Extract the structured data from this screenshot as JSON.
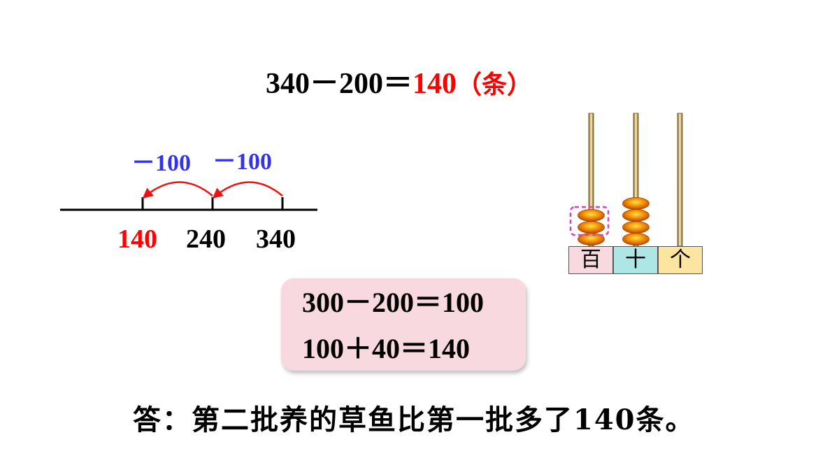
{
  "equation": {
    "left": "340－200＝",
    "result": "140",
    "unit": "（条）"
  },
  "number_line": {
    "ticks": [
      "140",
      "240",
      "340"
    ],
    "steps": [
      "－100",
      "－100"
    ],
    "colors": {
      "result": "#ff0000",
      "step": "#3333ee",
      "arrow": "#ee1111"
    }
  },
  "calc_box": {
    "line1": "300－200＝100",
    "line2": "100＋40＝140"
  },
  "abacus": {
    "places": [
      "百",
      "十",
      "个"
    ],
    "beads": {
      "hundreds": 3,
      "tens": 4,
      "ones": 0
    },
    "place_colors": [
      "#f7d9df",
      "#aee6e6",
      "#fbe5a0"
    ],
    "bead_color": "#f08a00",
    "highlight_color": "#e040c0"
  },
  "answer": {
    "text": "答：第二批养的草鱼比第一批多了140条。"
  }
}
